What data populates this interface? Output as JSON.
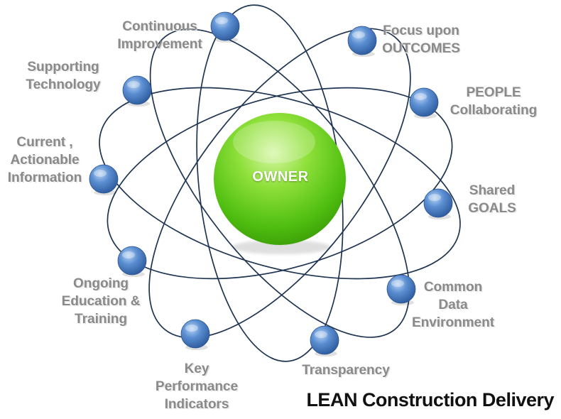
{
  "center": {
    "label": "OWNER"
  },
  "caption": "LEAN Construction Delivery",
  "nodes": [
    {
      "name": "continuous-improvement",
      "lines": [
        "Continuous",
        "Improvement"
      ]
    },
    {
      "name": "focus-upon-outcomes",
      "lines": [
        "Focus upon",
        "OUTCOMES"
      ]
    },
    {
      "name": "supporting-technology",
      "lines": [
        "Supporting",
        "Technology"
      ]
    },
    {
      "name": "people-collaborating",
      "lines": [
        "PEOPLE",
        "Collaborating"
      ]
    },
    {
      "name": "current-actionable-information",
      "lines": [
        "Current ,",
        "Actionable",
        "Information"
      ]
    },
    {
      "name": "shared-goals",
      "lines": [
        "Shared",
        "GOALS"
      ]
    },
    {
      "name": "ongoing-education-training",
      "lines": [
        "Ongoing",
        "Education &",
        "Training"
      ]
    },
    {
      "name": "common-data-environment",
      "lines": [
        "Common",
        "Data",
        "Environment"
      ]
    },
    {
      "name": "key-performance-indicators",
      "lines": [
        "Key",
        "Performance",
        "Indicators"
      ]
    },
    {
      "name": "transparency",
      "lines": [
        "Transparency"
      ]
    }
  ],
  "colors": {
    "orbit": "#1f3552",
    "node": "#4a7fc6",
    "owner": "#5fcc1c",
    "label": "#8a8a8a"
  }
}
